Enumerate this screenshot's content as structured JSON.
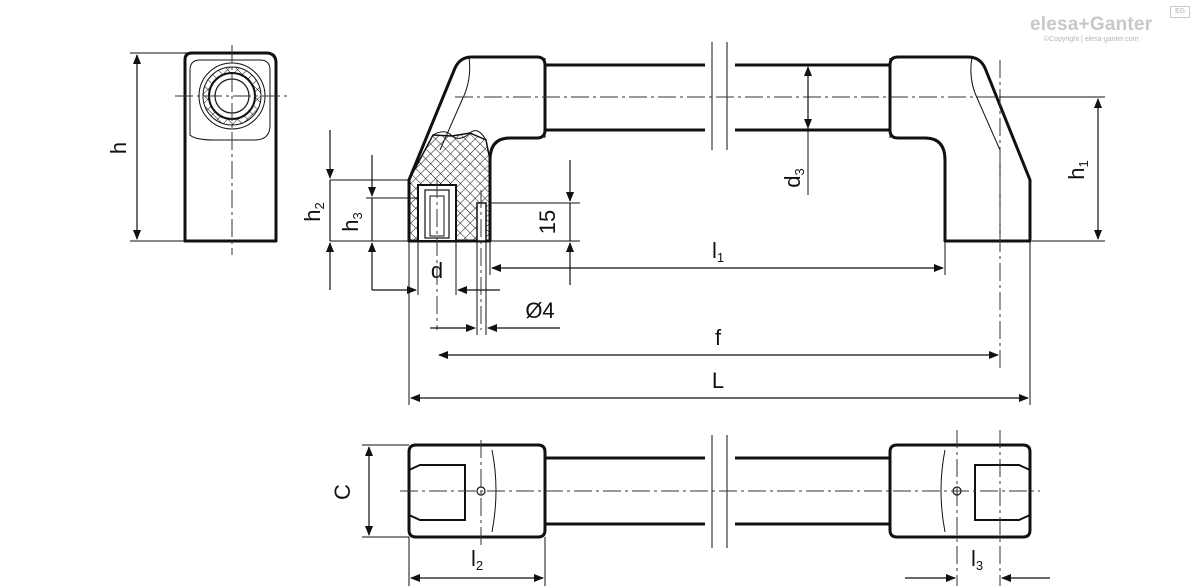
{
  "brand": {
    "name": "elesa+Ganter",
    "copyright": "©Copyright | elesa-ganter.com",
    "logo_mark": "EG"
  },
  "dimensions": {
    "h": "h",
    "h1": "h",
    "h1_sub": "1",
    "h2": "h",
    "h2_sub": "2",
    "h3": "h",
    "h3_sub": "3",
    "d": "d",
    "d3": "d",
    "d3_sub": "3",
    "fifteen": "15",
    "l1": "l",
    "l1_sub": "1",
    "dia4": "Ø4",
    "f": "f",
    "L": "L",
    "C": "C",
    "l2": "l",
    "l2_sub": "2",
    "l3": "l",
    "l3_sub": "3"
  }
}
